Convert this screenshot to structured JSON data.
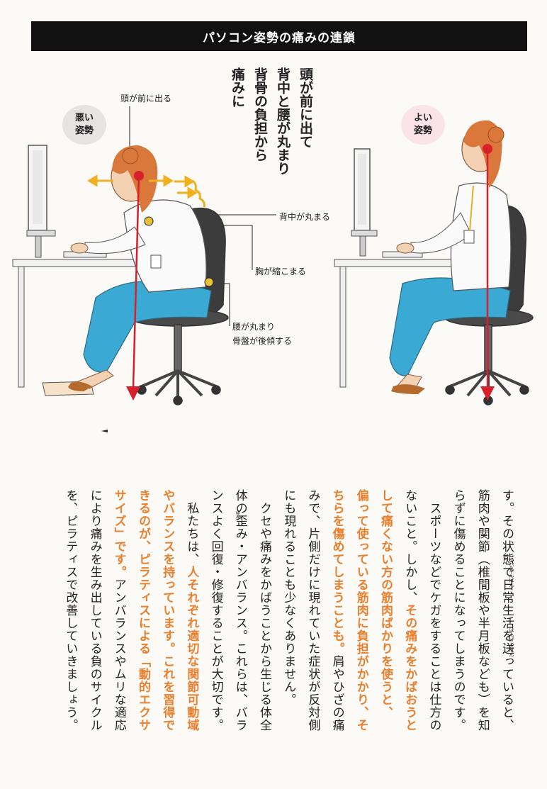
{
  "banner": {
    "title": "パソコン姿勢の痛みの連鎖"
  },
  "headline": {
    "lines": [
      "頭が前に出て",
      "背中と腰が丸まり",
      "背骨の負担から",
      "痛みに"
    ]
  },
  "bad_posture": {
    "bubble_lines": [
      "悪い",
      "姿勢"
    ],
    "annotations": {
      "head_forward": "頭が前に出る",
      "back_rounded": "背中が丸まる",
      "chest_shrinks": "胸が縮こまる",
      "waist_line1": "腰が丸まり",
      "waist_line2": "骨盤が後傾する"
    }
  },
  "good_posture": {
    "bubble_lines": [
      "よい",
      "姿勢"
    ]
  },
  "body_text": {
    "columns": [
      [
        {
          "t": "す。その状態で日常生活を送っていると、"
        }
      ],
      [
        {
          "t": "筋肉や関節（椎間板や半月板なども）を知"
        }
      ],
      [
        {
          "t": "らずに傷めることになってしまうのです。"
        }
      ],
      [
        {
          "t": "　スポーツなどでケガをすることは仕方の"
        }
      ],
      [
        {
          "t": "ないこと。しかし、"
        },
        {
          "t": "その痛みをかばおうと",
          "hl": true
        }
      ],
      [
        {
          "t": "して痛くない方の筋肉ばかりを使うと、",
          "hl": true
        }
      ],
      [
        {
          "t": "偏って使っている筋肉に負担がかかり、そ",
          "hl": true
        }
      ],
      [
        {
          "t": "ちらを傷めてしまうことも。",
          "hl": true
        },
        {
          "t": "肩やひざの痛"
        }
      ],
      [
        {
          "t": "みで、片側だけに現れていた症状が反対側"
        }
      ],
      [
        {
          "t": "にも現れることも少なくありません。"
        }
      ],
      [
        {
          "t": "　クセや痛みをかばうことから生じる体全"
        }
      ],
      [
        {
          "t": "体の歪み・アンバランス。これらは、バラ"
        }
      ],
      [
        {
          "t": "ンスよく回復・修復することが大切です。"
        }
      ],
      [
        {
          "t": "　私たちは、"
        },
        {
          "t": "人それぞれ適切な関節可動域",
          "hl": true
        }
      ],
      [
        {
          "t": "やバランスを持っています。これを習得で",
          "hl": true
        }
      ],
      [
        {
          "t": "きるのが、ピラティスによる「動的エクサ",
          "hl": true
        }
      ],
      [
        {
          "t": "サイズ」です。",
          "hl": true
        },
        {
          "t": "アンバランスやムリな適応"
        }
      ],
      [
        {
          "t": "により痛みを生み出している負のサイクル"
        }
      ],
      [
        {
          "t": "を、ピラティスで改善していきましょう。"
        }
      ]
    ]
  },
  "ruby": {
    "tsuikanban": "ついかんばん",
    "hangetsuban": "はんげつばん",
    "yuga": "ゆが"
  },
  "colors": {
    "highlight": "#e9802f",
    "banner_bg": "#111111",
    "skirt": "#3aa9d3",
    "hair": "#d9783a",
    "arrow_red": "#d8202a",
    "arrow_yellow": "#f0b020"
  }
}
